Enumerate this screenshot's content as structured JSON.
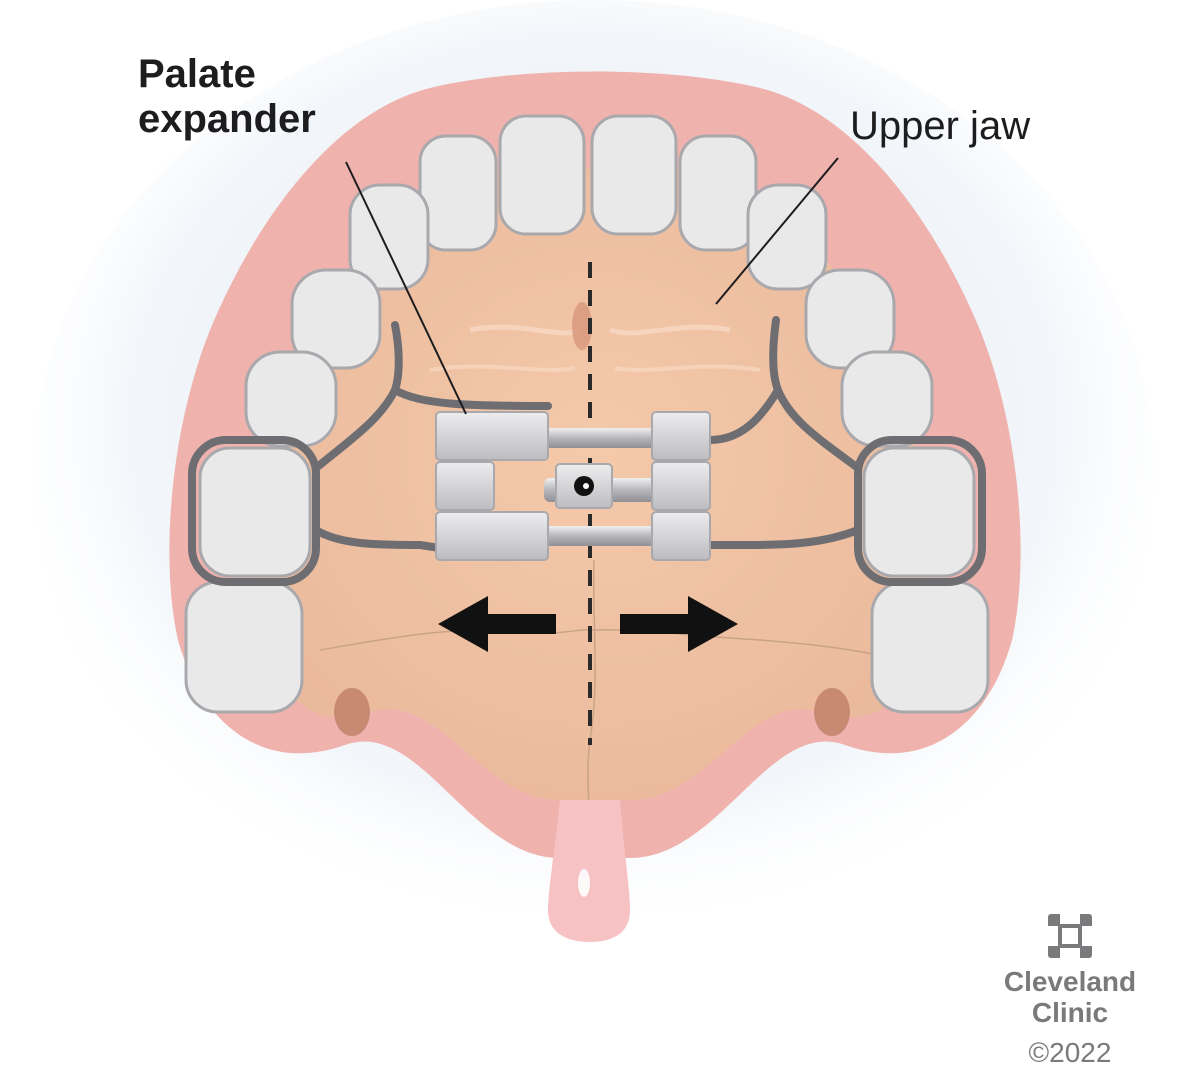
{
  "labels": {
    "palate_expander_line1": "Palate",
    "palate_expander_line2": "expander",
    "upper_jaw": "Upper jaw"
  },
  "logo": {
    "name_line1": "Cleveland",
    "name_line2": "Clinic",
    "copyright": "©2022"
  },
  "colors": {
    "gum": "#efb2ad",
    "palate": "#f2c3a4",
    "tooth": "#e9e9ea",
    "tooth_edge": "#a9a9ad",
    "metal": "#c8c8cb",
    "wire": "#6e6e72",
    "arrow": "#111111",
    "uvula": "#f6c2c4",
    "logo_gray": "#7a7a7d"
  },
  "icons": [
    "cleveland-clinic-logo-icon",
    "arrow-left-icon",
    "arrow-right-icon"
  ]
}
